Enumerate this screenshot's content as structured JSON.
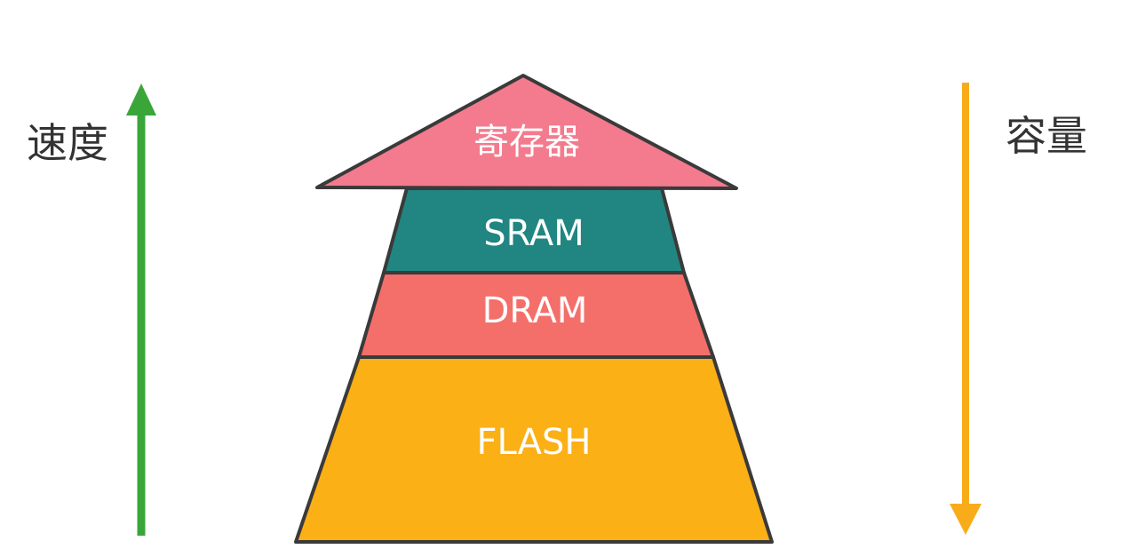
{
  "diagram": {
    "speed_label": "速度",
    "capacity_label": "容量",
    "layers": [
      {
        "id": "register",
        "label": "寄存器",
        "color": "#f47a8e"
      },
      {
        "id": "sram",
        "label": "SRAM",
        "color": "#218581"
      },
      {
        "id": "dram",
        "label": "DRAM",
        "color": "#f46f6a"
      },
      {
        "id": "flash",
        "label": "FLASH",
        "color": "#fbb016"
      }
    ],
    "outline_color": "#3a3a3a",
    "speed_arrow_color": "#3aa639",
    "capacity_arrow_color": "#f8ac1a"
  }
}
